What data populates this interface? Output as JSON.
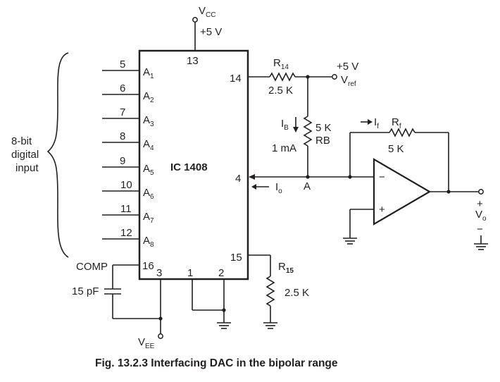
{
  "supply": {
    "vcc_main": "V",
    "vcc_sub": "CC",
    "vcc_value": "+5 V",
    "vee_main": "V",
    "vee_sub": "EE"
  },
  "ic": {
    "name": "IC 1408",
    "pin13": "13",
    "pin14": "14",
    "pin4": "4",
    "pin15": "15",
    "pin16": "16",
    "pin3": "3",
    "pin1": "1",
    "pin2": "2"
  },
  "inputs": {
    "brace_label": [
      "8-bit",
      "digital",
      "input"
    ],
    "pins": [
      {
        "num": "5",
        "main": "A",
        "sub": "1"
      },
      {
        "num": "6",
        "main": "A",
        "sub": "2"
      },
      {
        "num": "7",
        "main": "A",
        "sub": "3"
      },
      {
        "num": "8",
        "main": "A",
        "sub": "4"
      },
      {
        "num": "9",
        "main": "A",
        "sub": "5"
      },
      {
        "num": "10",
        "main": "A",
        "sub": "6"
      },
      {
        "num": "11",
        "main": "A",
        "sub": "7"
      },
      {
        "num": "12",
        "main": "A",
        "sub": "8"
      }
    ]
  },
  "comp": {
    "label": "COMP",
    "cap": "15 pF"
  },
  "r14": {
    "main": "R",
    "sub": "14",
    "value": "2.5 K"
  },
  "vref": {
    "value": "+5 V",
    "main": "V",
    "sub": "ref"
  },
  "rb": {
    "value": "5 K",
    "name": "RB",
    "ib_main": "I",
    "ib_sub": "B",
    "ib_value": "1 mA"
  },
  "node_a": "A",
  "io": {
    "main": "I",
    "sub": "o"
  },
  "rf": {
    "main": "R",
    "sub": "f",
    "value": "5 K",
    "if_main": "I",
    "if_sub": "f"
  },
  "opamp": {
    "minus": "−",
    "plus": "+"
  },
  "output": {
    "plus": "+",
    "main": "V",
    "sub": "o",
    "minus": "−"
  },
  "r15": {
    "main": "R",
    "sub": "15",
    "value": "2.5 K"
  },
  "caption": "Fig. 13.2.3 Interfacing DAC in the bipolar range"
}
